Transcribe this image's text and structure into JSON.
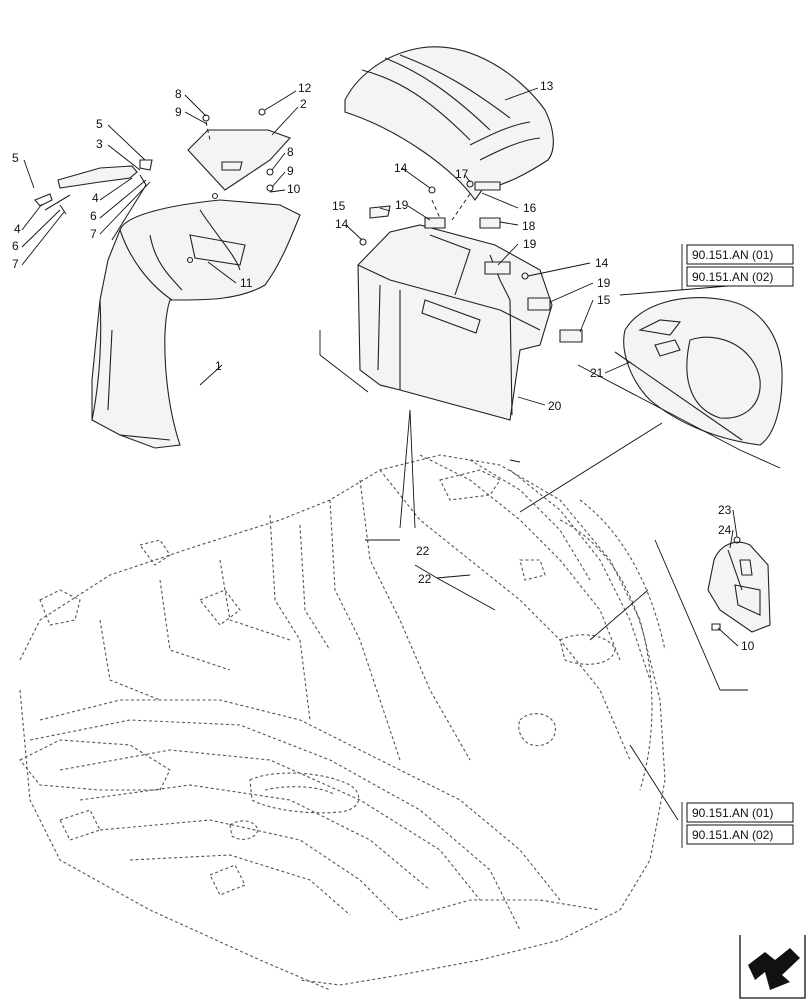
{
  "callouts": [
    "1",
    "2",
    "3",
    "4",
    "4",
    "5",
    "5",
    "6",
    "6",
    "7",
    "7",
    "8",
    "8",
    "9",
    "9",
    "10",
    "10",
    "11",
    "12",
    "13",
    "14",
    "14",
    "14",
    "15",
    "15",
    "16",
    "17",
    "18",
    "19",
    "19",
    "19",
    "20",
    "21",
    "22",
    "22",
    "23",
    "24"
  ],
  "references": {
    "ref_a1": "90.151.AN (01)",
    "ref_a2": "90.151.AN (02)",
    "ref_b1": "90.151.AN (01)",
    "ref_b2": "90.151.AN (02)"
  },
  "icons": {
    "nav": "arrow-navigation-icon"
  }
}
